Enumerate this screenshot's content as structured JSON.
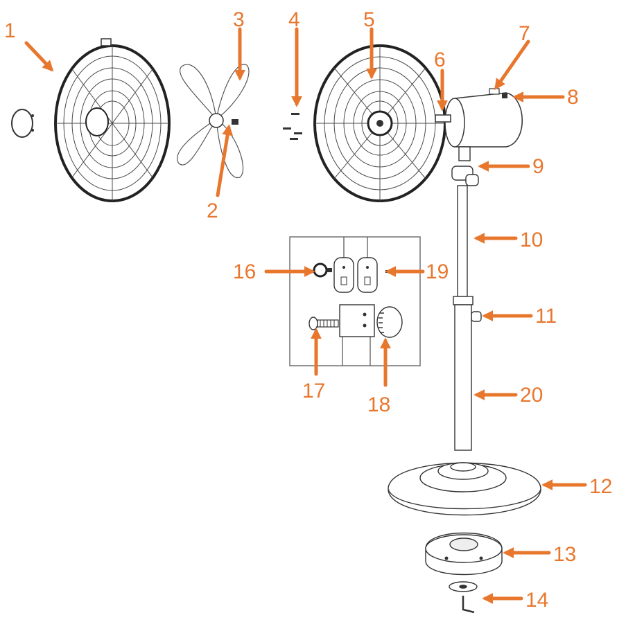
{
  "accent_color": "#e8772e",
  "line_color": "#4a4a4a",
  "parts": [
    {
      "id": "p1",
      "number": "1"
    },
    {
      "id": "p2",
      "number": "2"
    },
    {
      "id": "p3",
      "number": "3"
    },
    {
      "id": "p4",
      "number": "4"
    },
    {
      "id": "p5",
      "number": "5"
    },
    {
      "id": "p6",
      "number": "6"
    },
    {
      "id": "p7",
      "number": "7"
    },
    {
      "id": "p8",
      "number": "8"
    },
    {
      "id": "p9",
      "number": "9"
    },
    {
      "id": "p10",
      "number": "10"
    },
    {
      "id": "p11",
      "number": "11"
    },
    {
      "id": "p12",
      "number": "12"
    },
    {
      "id": "p13",
      "number": "13"
    },
    {
      "id": "p14",
      "number": "14"
    },
    {
      "id": "p16",
      "number": "16"
    },
    {
      "id": "p17",
      "number": "17"
    },
    {
      "id": "p18",
      "number": "18"
    },
    {
      "id": "p19",
      "number": "19"
    },
    {
      "id": "p20",
      "number": "20"
    }
  ]
}
